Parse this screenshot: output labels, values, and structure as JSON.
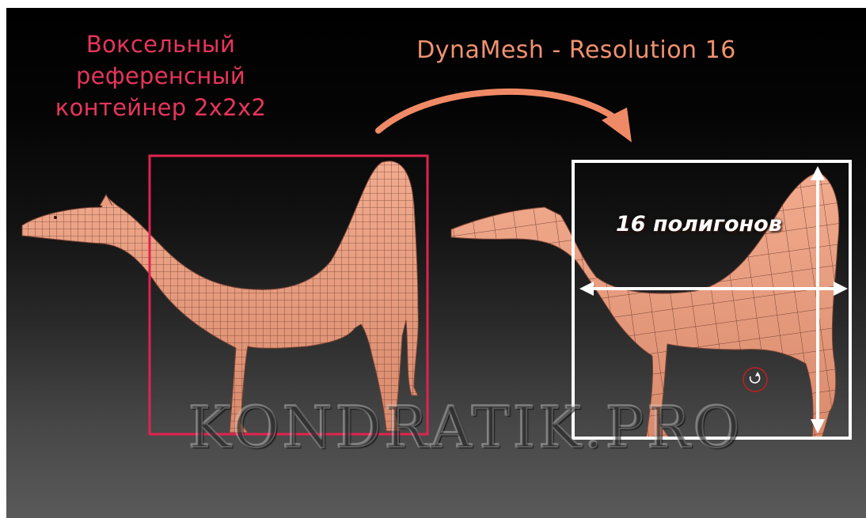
{
  "left_title": {
    "line1": "Воксельный",
    "line2": "референсный",
    "line3": "контейнер 2x2x2"
  },
  "right_title": "DynaMesh - Resolution 16",
  "polygon_label": "16 полигонов",
  "watermark": "KONDRATIK.PRO",
  "colors": {
    "left_title": "#e8355a",
    "reference_box": "#e0234f",
    "right_title": "#f0926e",
    "arrow": "#f08a66",
    "result_box": "#ffffff",
    "mesh_skin": "#e99a7e",
    "mesh_wire": "#4a2a22",
    "rotate_cursor_ring": "#c21f1f"
  },
  "icons": {
    "arc_arrow": "curved-arrow-right-icon",
    "rotate_cursor": "rotate-cursor-icon"
  }
}
